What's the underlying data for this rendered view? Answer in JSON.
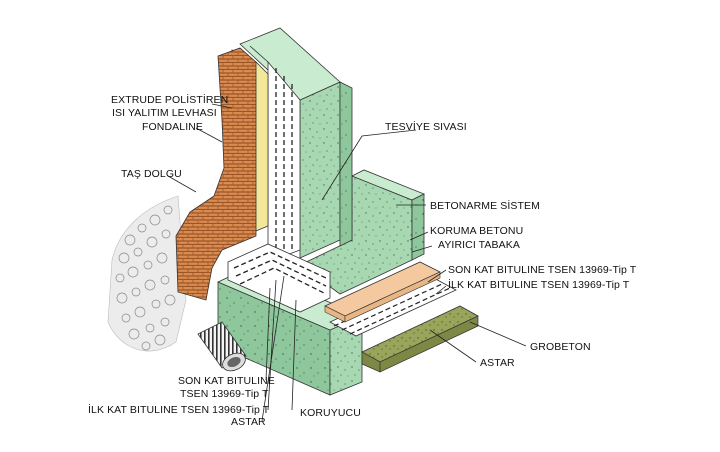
{
  "labels": {
    "extrude_line1": "EXTRUDE POLİSTİREN",
    "extrude_line2": "ISI YALITIM LEVHASI",
    "fondaline": "FONDALINE",
    "tas_dolgu": "TAŞ DOLGU",
    "tesviye_sivasi": "TESVİYE SIVASI",
    "betonarme_sistem": "BETONARME SİSTEM",
    "koruma_betonu": "KORUMA BETONU",
    "ayirici_tabaka": "AYIRICI TABAKA",
    "son_kat_right": "SON KAT BITULINE TSEN 13969-Tip T",
    "ilk_kat_right": "İLK KAT BITULINE TSEN 13969-Tip T",
    "grobeton": "GROBETON",
    "astar_right": "ASTAR",
    "son_kat_left_line1": "SON KAT BITULINE",
    "son_kat_left_line2": "TSEN 13969-Tip T",
    "ilk_kat_left": "İLK KAT BITULINE TSEN 13969-Tip T",
    "astar_left": "ASTAR",
    "koruyucu": "KORUYUCU"
  },
  "colors": {
    "concrete": "#a8d8b2",
    "concrete_dark": "#8fc79c",
    "brick": "#d98c52",
    "brick_dark": "#b86a35",
    "insulation": "#f3e79a",
    "protection_concrete": "#f5c9a0",
    "grobeton": "#9aa55c",
    "stone": "#e6e6e6"
  }
}
